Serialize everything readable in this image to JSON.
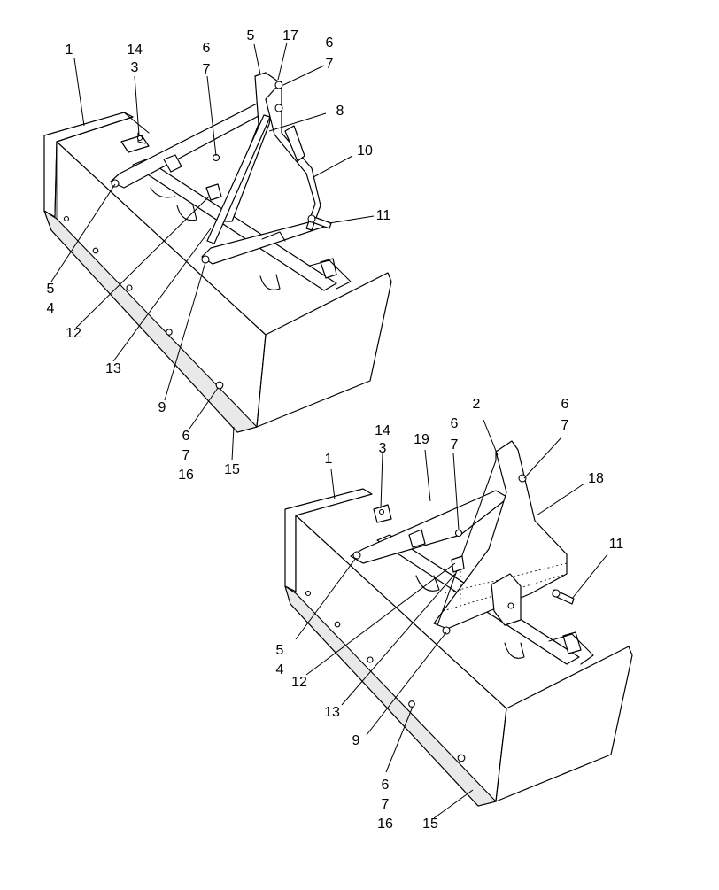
{
  "diagram": {
    "upper_assembly": {
      "callouts": [
        {
          "id": "u1",
          "label": "1"
        },
        {
          "id": "u14",
          "label": "14"
        },
        {
          "id": "u3",
          "label": "3"
        },
        {
          "id": "u6a",
          "label": "6"
        },
        {
          "id": "u7a",
          "label": "7"
        },
        {
          "id": "u5a",
          "label": "5"
        },
        {
          "id": "u17",
          "label": "17"
        },
        {
          "id": "u6b",
          "label": "6"
        },
        {
          "id": "u7b",
          "label": "7"
        },
        {
          "id": "u8",
          "label": "8"
        },
        {
          "id": "u10",
          "label": "10"
        },
        {
          "id": "u11",
          "label": "11"
        },
        {
          "id": "u5b",
          "label": "5"
        },
        {
          "id": "u4",
          "label": "4"
        },
        {
          "id": "u12",
          "label": "12"
        },
        {
          "id": "u13",
          "label": "13"
        },
        {
          "id": "u9",
          "label": "9"
        },
        {
          "id": "u6c",
          "label": "6"
        },
        {
          "id": "u7c",
          "label": "7"
        },
        {
          "id": "u16",
          "label": "16"
        },
        {
          "id": "u15",
          "label": "15"
        }
      ]
    },
    "lower_assembly": {
      "callouts": [
        {
          "id": "l14",
          "label": "14"
        },
        {
          "id": "l3",
          "label": "3"
        },
        {
          "id": "l6a",
          "label": "6"
        },
        {
          "id": "l7a",
          "label": "7"
        },
        {
          "id": "l2",
          "label": "2"
        },
        {
          "id": "l6b",
          "label": "6"
        },
        {
          "id": "l7b",
          "label": "7"
        },
        {
          "id": "l1",
          "label": "1"
        },
        {
          "id": "l19",
          "label": "19"
        },
        {
          "id": "l18",
          "label": "18"
        },
        {
          "id": "l11",
          "label": "11"
        },
        {
          "id": "l5",
          "label": "5"
        },
        {
          "id": "l4",
          "label": "4"
        },
        {
          "id": "l12",
          "label": "12"
        },
        {
          "id": "l13",
          "label": "13"
        },
        {
          "id": "l9",
          "label": "9"
        },
        {
          "id": "l6c",
          "label": "6"
        },
        {
          "id": "l7c",
          "label": "7"
        },
        {
          "id": "l16",
          "label": "16"
        },
        {
          "id": "l15",
          "label": "15"
        }
      ]
    }
  }
}
